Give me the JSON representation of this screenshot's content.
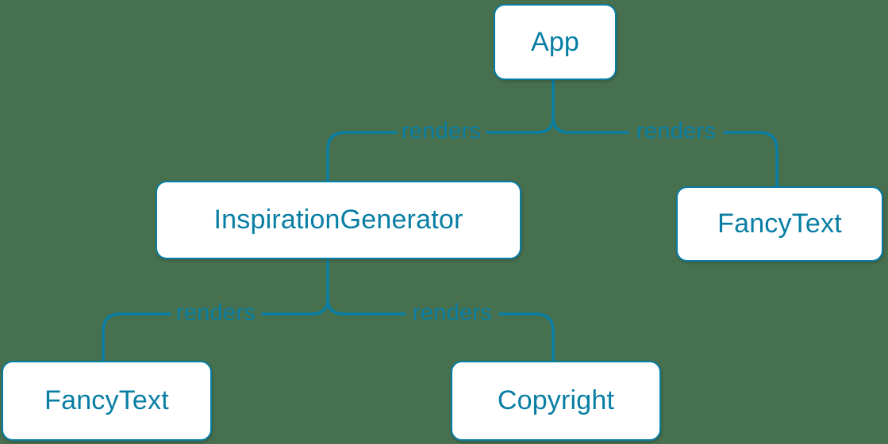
{
  "colors": {
    "background": "#47704E",
    "accent": "#087EA4",
    "node_fill": "#FFFFFF"
  },
  "diagram": {
    "type": "component-render-tree",
    "nodes": [
      {
        "id": "app",
        "label": "App"
      },
      {
        "id": "inspiration-generator",
        "label": "InspirationGenerator"
      },
      {
        "id": "fancy-text-top",
        "label": "FancyText"
      },
      {
        "id": "fancy-text-bottom",
        "label": "FancyText"
      },
      {
        "id": "copyright",
        "label": "Copyright"
      }
    ],
    "edges": [
      {
        "from": "App",
        "to": "InspirationGenerator",
        "label": "renders"
      },
      {
        "from": "App",
        "to": "FancyText",
        "label": "renders"
      },
      {
        "from": "InspirationGenerator",
        "to": "FancyText",
        "label": "renders"
      },
      {
        "from": "InspirationGenerator",
        "to": "Copyright",
        "label": "renders"
      }
    ]
  }
}
